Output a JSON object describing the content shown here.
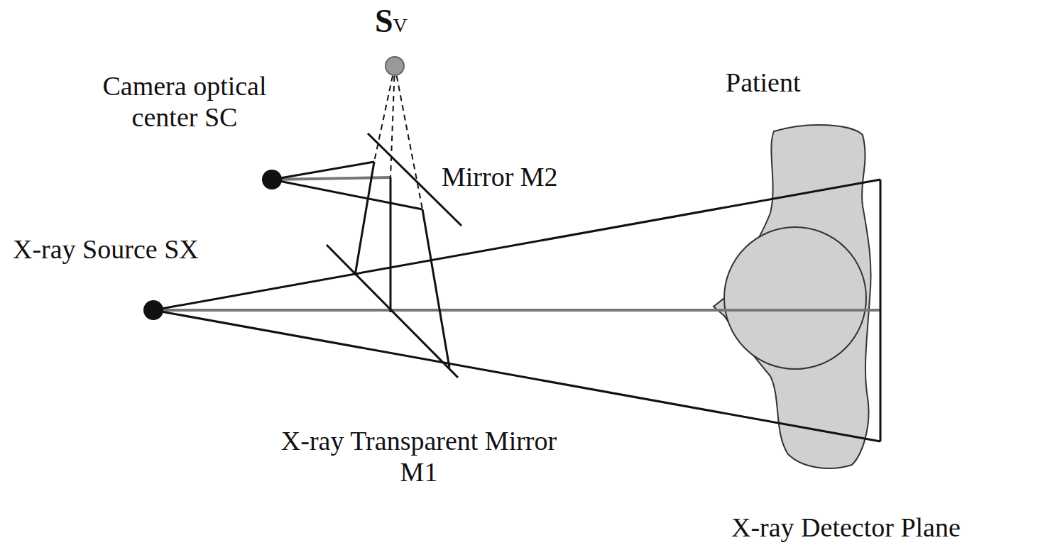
{
  "diagram": {
    "labels": [
      "SV",
      "Camera optical center SC",
      "Mirror M2",
      "X-ray Source SX",
      "Patient",
      "X-ray Transparent Mirror M1",
      "X-ray Detector Plane"
    ]
  }
}
